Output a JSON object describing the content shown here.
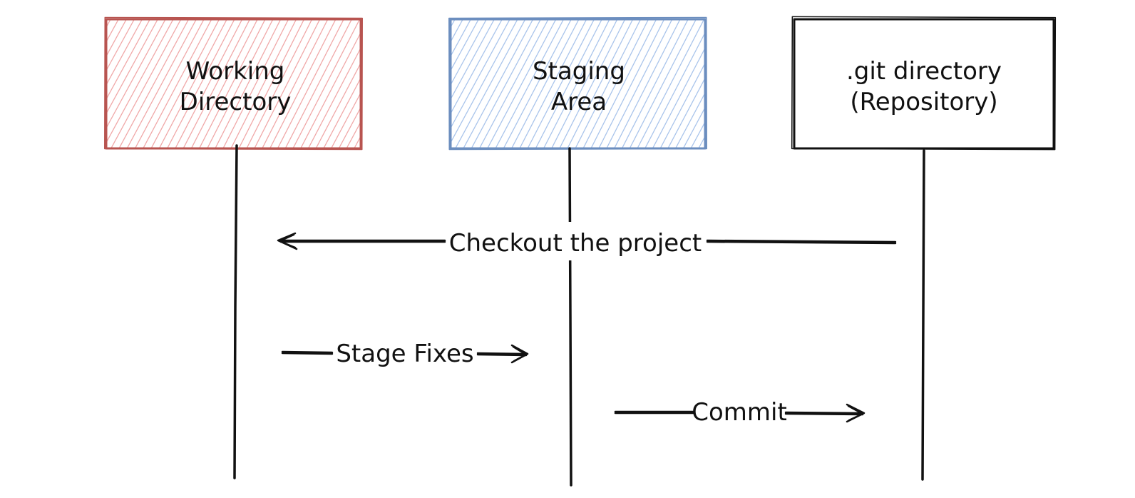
{
  "participants": [
    {
      "id": "working",
      "lines": [
        "Working",
        "Directory"
      ],
      "stroke": "#b85450",
      "hatch": "#f0a8a8"
    },
    {
      "id": "staging",
      "lines": [
        "Staging",
        "Area"
      ],
      "stroke": "#6c8ebf",
      "hatch": "#a9c4eb"
    },
    {
      "id": "repo",
      "lines": [
        ".git directory",
        "(Repository)"
      ],
      "stroke": "#111111",
      "hatch": ""
    }
  ],
  "messages": [
    {
      "id": "checkout",
      "label": "Checkout the project",
      "from": "repo",
      "to": "working"
    },
    {
      "id": "stage",
      "label": "Stage Fixes",
      "from": "working",
      "to": "staging"
    },
    {
      "id": "commit",
      "label": "Commit",
      "from": "staging",
      "to": "repo"
    }
  ],
  "colors": {
    "ink": "#111111",
    "background": "#ffffff"
  }
}
